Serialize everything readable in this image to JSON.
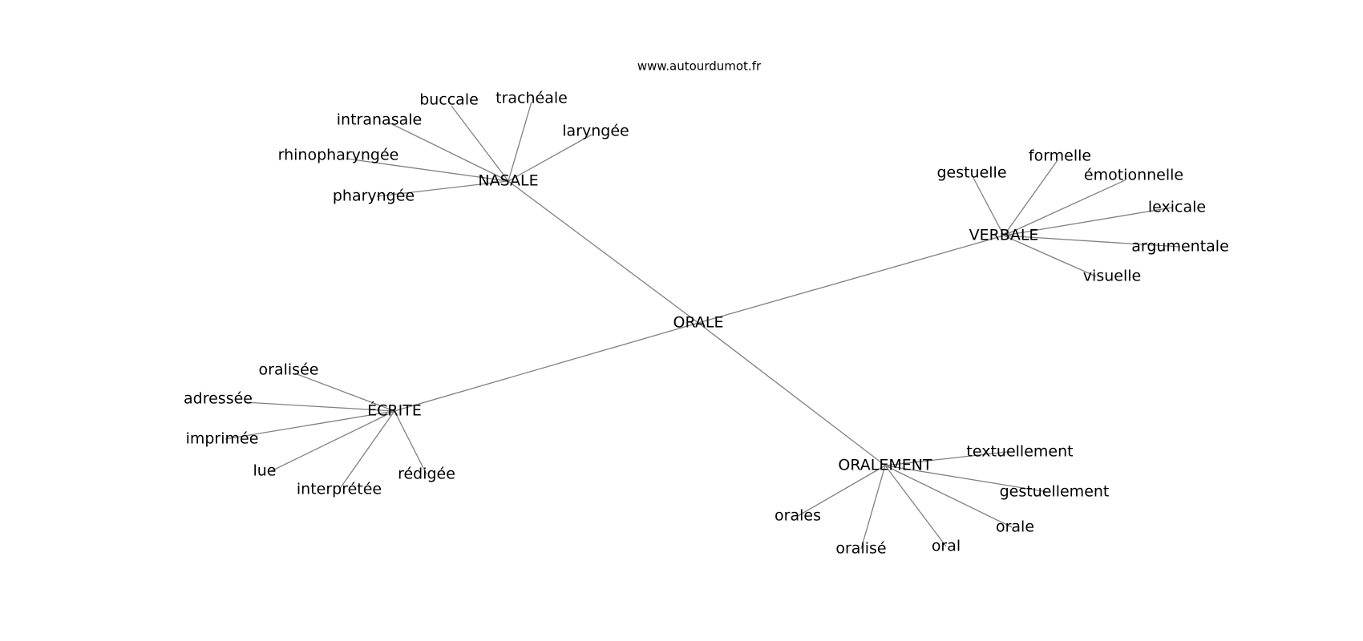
{
  "source": "www.autourdumot.fr",
  "colors": {
    "edge": "#808080",
    "text": "#000000",
    "background": "#ffffff"
  },
  "graph": {
    "center": "ORALE",
    "clusters": [
      {
        "hub": "NASALE",
        "leaves": [
          "buccale",
          "trachéale",
          "intranasale",
          "laryngée",
          "rhinopharyngée",
          "pharyngée"
        ]
      },
      {
        "hub": "VERBALE",
        "leaves": [
          "formelle",
          "gestuelle",
          "émotionnelle",
          "lexicale",
          "argumentale",
          "visuelle"
        ]
      },
      {
        "hub": "ÉCRITE",
        "leaves": [
          "oralisée",
          "adressée",
          "imprimée",
          "lue",
          "rédigée",
          "interprétée"
        ]
      },
      {
        "hub": "ORALEMENT",
        "leaves": [
          "textuellement",
          "gestuellement",
          "orale",
          "orales",
          "oral",
          "oralisé"
        ]
      }
    ]
  }
}
